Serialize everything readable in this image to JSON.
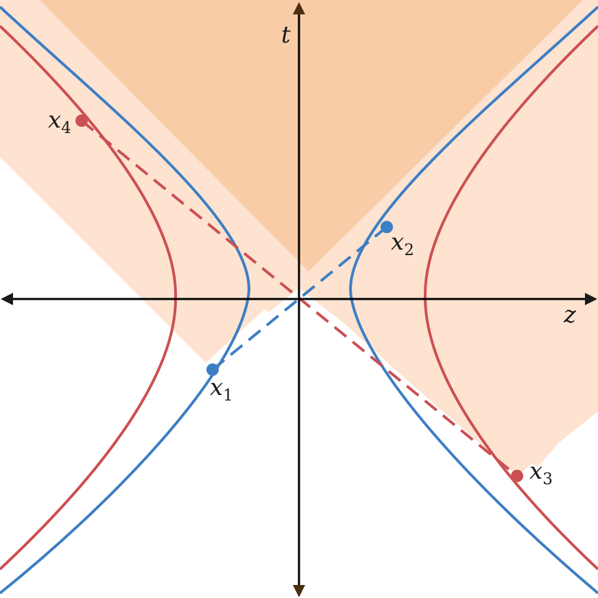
{
  "colors": {
    "background": "#ffffff",
    "region_light": "#fde3d0",
    "region_dark": "#f9cca8",
    "blue_curve": "#3d7ec4",
    "red_curve": "#cc4f52",
    "axis_time": "#4a2e12",
    "axis_space": "#1a1a1a"
  },
  "axes": {
    "time_label": "t",
    "space_label": "z"
  },
  "points": [
    {
      "id": "x1",
      "base": "x",
      "sub": "1",
      "color": "blue"
    },
    {
      "id": "x2",
      "base": "x",
      "sub": "2",
      "color": "blue"
    },
    {
      "id": "x3",
      "base": "x",
      "sub": "3",
      "color": "red"
    },
    {
      "id": "x4",
      "base": "x",
      "sub": "4",
      "color": "red"
    }
  ],
  "curves": [
    {
      "name": "inner-hyperbola",
      "color": "blue",
      "style": "solid"
    },
    {
      "name": "outer-hyperbola",
      "color": "red",
      "style": "solid"
    },
    {
      "name": "x1-x2-chord",
      "color": "blue",
      "style": "dashed"
    },
    {
      "name": "x4-x3-chord",
      "color": "red",
      "style": "dashed"
    }
  ]
}
